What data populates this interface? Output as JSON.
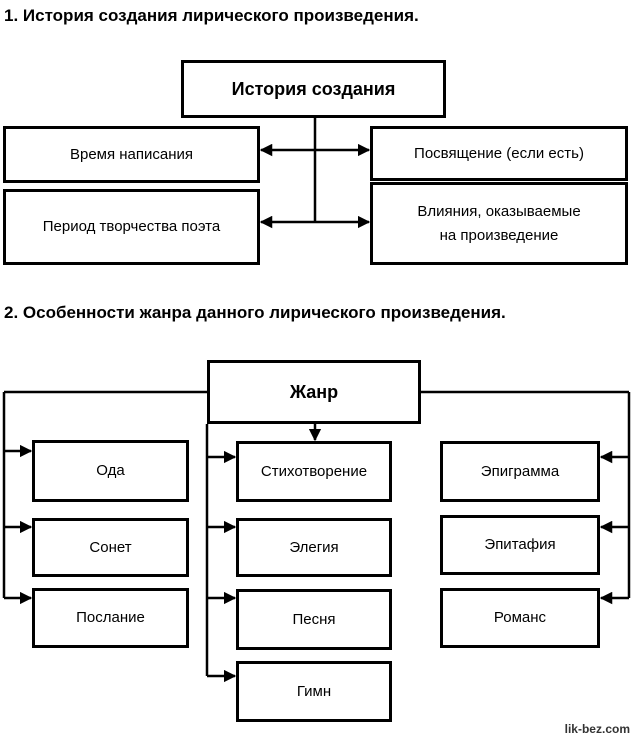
{
  "section1": {
    "heading": "1. История создания лирического произведения.",
    "root": "История создания",
    "left": [
      "Время написания",
      "Период творчества поэта"
    ],
    "right_1": "Посвящение (если есть)",
    "right_2_line1": "Влияния, оказываемые",
    "right_2_line2": "на произведение"
  },
  "section2": {
    "heading": "2. Особенности жанра данного лирического произведения.",
    "root": "Жанр",
    "left_column": [
      "Ода",
      "Сонет",
      "Послание"
    ],
    "middle_column": [
      "Стихотворение",
      "Элегия",
      "Песня",
      "Гимн"
    ],
    "right_column": [
      "Эпиграмма",
      "Эпитафия",
      "Романс"
    ]
  },
  "watermark": "lik-bez.com"
}
